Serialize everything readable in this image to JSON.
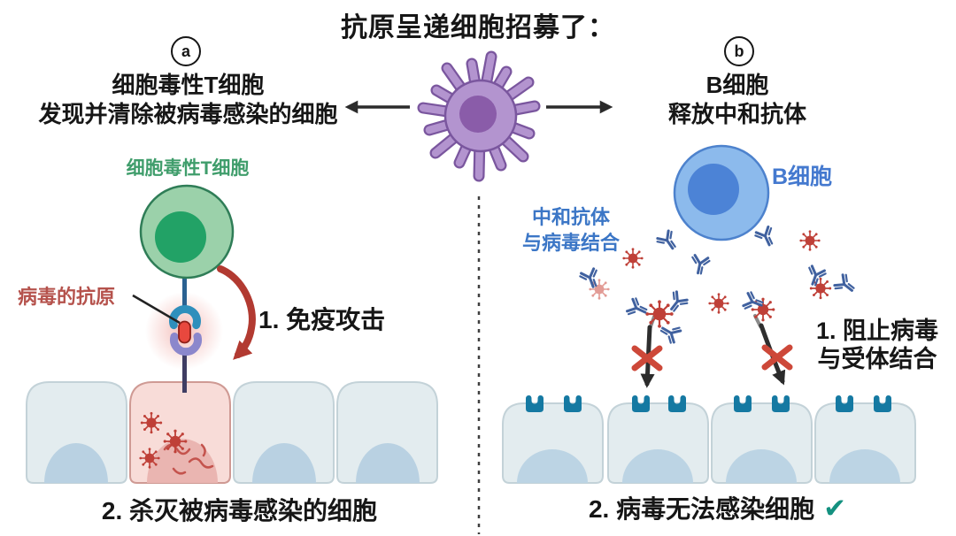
{
  "title": "抗原呈递细胞招募了：",
  "left_panel": {
    "badge": "a",
    "heading_line1": "细胞毒性T细胞",
    "heading_line2": "发现并清除被病毒感染的细胞",
    "tcell_label": "细胞毒性T细胞",
    "antigen_label": "病毒的抗原",
    "step1": "1. 免疫攻击",
    "step2": "2. 杀灭被病毒感染的细胞"
  },
  "right_panel": {
    "badge": "b",
    "heading_line1": "B细胞",
    "heading_line2": "释放中和抗体",
    "bcell_label": "B细胞",
    "antibody_label_line1": "中和抗体",
    "antibody_label_line2": "与病毒结合",
    "step1_line1": "1. 阻止病毒",
    "step1_line2": "与受体结合",
    "step2": "2. 病毒无法感染细胞",
    "check_icon": "✔"
  },
  "colors": {
    "dendritic_cell": "#b394cf",
    "dendritic_nucleus": "#8a5ca9",
    "t_cell": "#9bd1aa",
    "t_cell_nucleus": "#22a266",
    "b_cell": "#8cbaec",
    "b_cell_nucleus": "#4c83d6",
    "virus": "#bf4038",
    "virus_faded": "#e29b95",
    "antibody": "#40619f",
    "receptor": "#1579a2",
    "host_cell": "#e3ecef",
    "host_cell_nucleus": "#b9d1e2",
    "infected_cell": "#f8dcd8",
    "infected_nucleus": "#eab5b1",
    "attack_arrow": "#b23a31",
    "x_mark": "#cd4839",
    "check": "#149180",
    "tcr_blue_arc": "#2e8fbc",
    "mhc_purple_arc": "#8b87cc",
    "antigen_red": "#e8483e"
  }
}
